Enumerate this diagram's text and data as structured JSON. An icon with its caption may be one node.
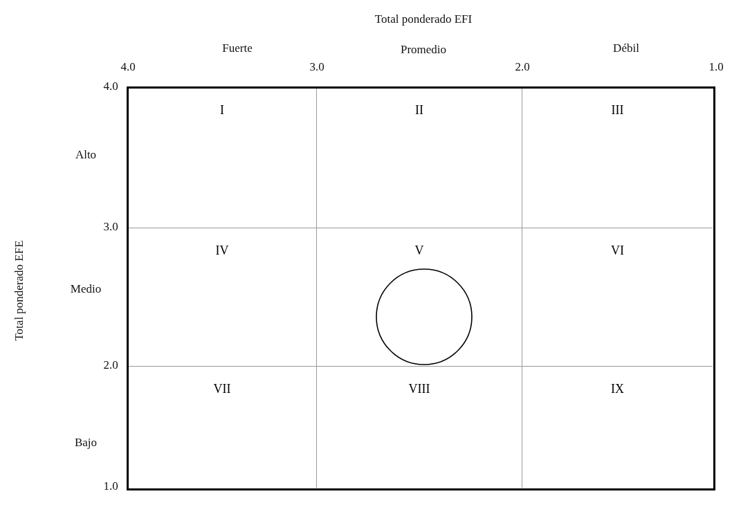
{
  "diagram": {
    "nodes": [
      {
        "text": [
          "I"
        ]
      },
      {
        "text": [
          "II"
        ]
      },
      {
        "text": [
          "III"
        ]
      },
      {
        "text": [
          "IV"
        ]
      },
      {
        "text": [
          "V"
        ]
      },
      {
        "text": [
          "VI"
        ]
      },
      {
        "text": [
          "VII"
        ]
      },
      {
        "text": [
          "VIII"
        ]
      },
      {
        "text": [
          "IX"
        ]
      },
      {
        "text": [],
        "shape": "circle",
        "in": 4
      }
    ],
    "edges": [],
    "labels": [
      "Total ponderado EFI",
      "Fuerte",
      "Promedio",
      "Débil",
      "4.0",
      "3.0",
      "2.0",
      "1.0",
      "4.0",
      "Alto",
      "3.0",
      "Total ponderado EFE",
      "Medio",
      "2.0",
      "Bajo",
      "1.0"
    ]
  }
}
